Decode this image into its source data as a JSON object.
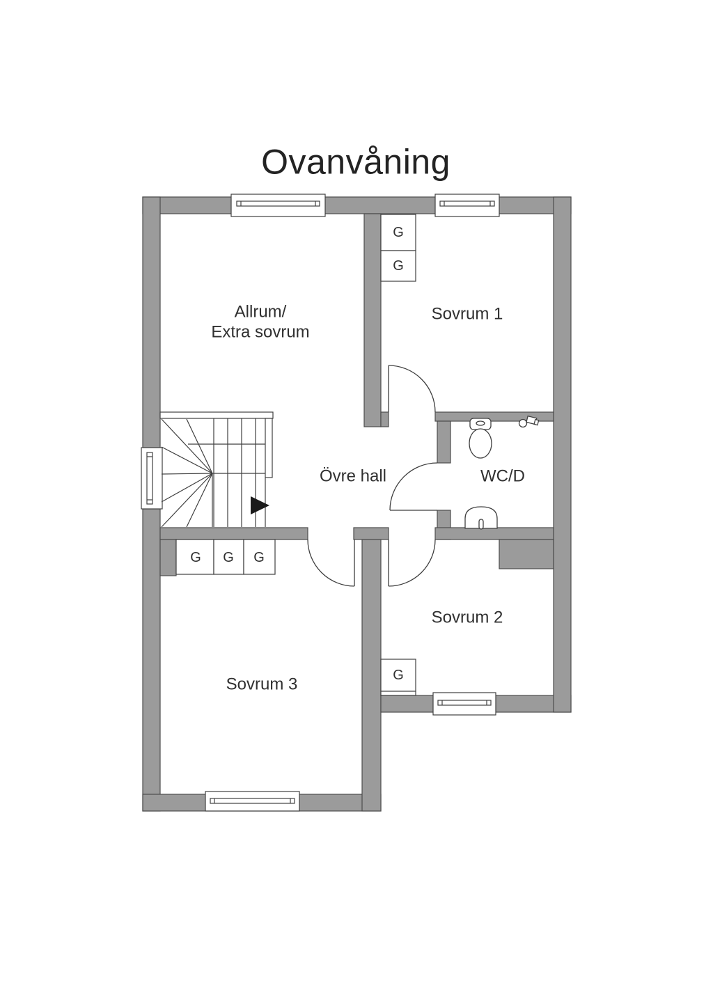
{
  "page": {
    "background": "#ffffff"
  },
  "header": {
    "title": "Ovanvåning"
  },
  "rooms": {
    "allrum": "Allrum/\nExtra sovrum",
    "sovrum_1": "Sovrum 1",
    "ovre_hall": "Övre hall",
    "wc_d": "WC/D",
    "sovrum_2": "Sovrum 2",
    "sovrum_3": "Sovrum 3"
  },
  "closets": {
    "marker": "G",
    "counts": {
      "sovrum_1": 2,
      "sovrum_3_row": 3,
      "sovrum_2": 1
    }
  },
  "fixtures": [
    "toilet",
    "sink",
    "water-valve"
  ],
  "stairs": {
    "direction_icon": "right-arrow"
  },
  "colors": {
    "wall_fill": "#9b9b9b",
    "wall_outline": "#4c4c4c",
    "line": "#3f3f3f",
    "text": "#2f2f2f",
    "background": "#ffffff"
  }
}
